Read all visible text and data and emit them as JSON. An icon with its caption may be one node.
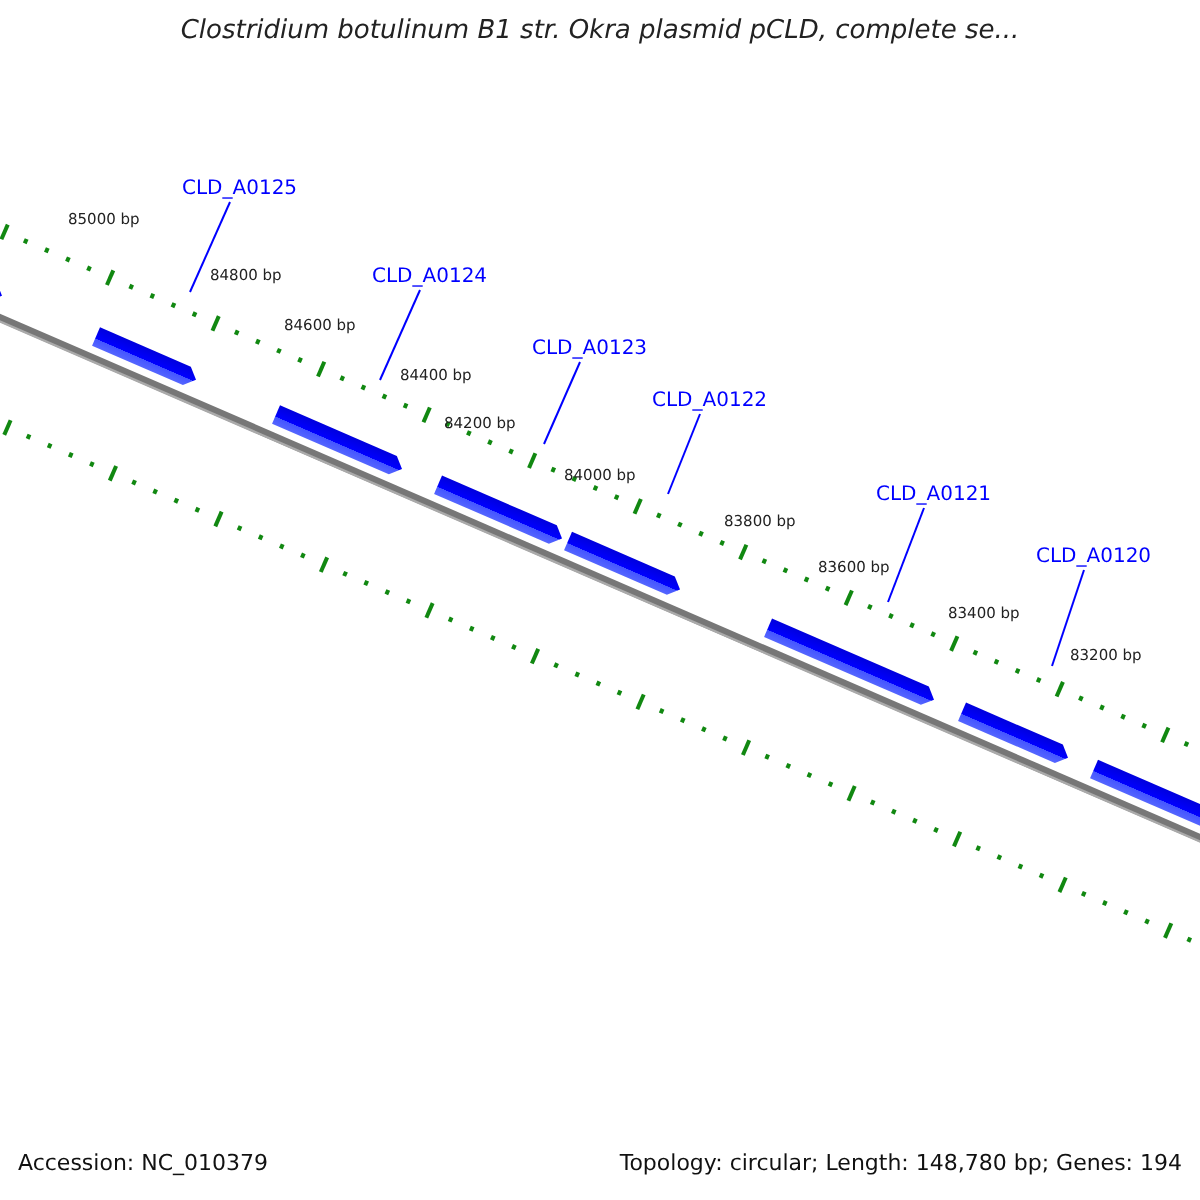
{
  "diagram": {
    "title": "Clostridium botulinum B1 str. Okra plasmid pCLD, complete se...",
    "nodes": [
      {
        "text": [
          "CLD_A0125"
        ]
      },
      {
        "text": [
          "CLD_A0124"
        ]
      },
      {
        "text": [
          "CLD_A0123"
        ]
      },
      {
        "text": [
          "CLD_A0122"
        ]
      },
      {
        "text": [
          "CLD_A0121"
        ]
      },
      {
        "text": [
          "CLD_A0120"
        ]
      }
    ],
    "edges": [
      {
        "from": 0,
        "to": null,
        "arrow": "none"
      },
      {
        "from": 1,
        "to": null,
        "arrow": "none"
      },
      {
        "from": 2,
        "to": null,
        "arrow": "none"
      },
      {
        "from": 3,
        "to": null,
        "arrow": "none"
      },
      {
        "from": 4,
        "to": null,
        "arrow": "none"
      },
      {
        "from": 5,
        "to": null,
        "arrow": "none"
      }
    ],
    "labels": [
      "85000 bp",
      "84800 bp",
      "84600 bp",
      "84400 bp",
      "84200 bp",
      "84000 bp",
      "83800 bp",
      "83600 bp",
      "83400 bp",
      "83200 bp",
      "Accession: NC_010379",
      "Topology: circular; Length: 148,780 bp; Genes: 194"
    ]
  }
}
